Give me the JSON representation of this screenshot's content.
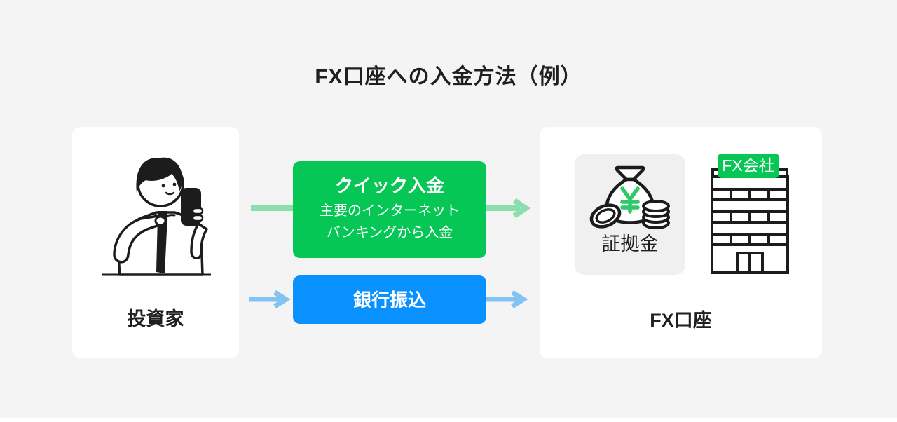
{
  "title": "FX口座への入金方法（例）",
  "investor": {
    "label": "投資家",
    "illustration": "investor-with-smartphone"
  },
  "methods": {
    "quick": {
      "title": "クイック入金",
      "desc_line1": "主要のインターネット",
      "desc_line2": "バンキングから入金",
      "color": "#06c755"
    },
    "bank": {
      "title": "銀行振込",
      "color": "#0991ff"
    }
  },
  "fx_account": {
    "label": "FX口座",
    "margin": {
      "label": "証拠金",
      "icon": "money-bag-with-yen-and-coins"
    },
    "company": {
      "tag": "FX会社",
      "icon": "office-building"
    }
  },
  "colors": {
    "background": "#f4f4f5",
    "card": "#ffffff",
    "ink": "#1f1f1f",
    "green": "#06c755",
    "green_arrow": "#8adfac",
    "blue": "#0991ff",
    "blue_arrow": "#82c3f2",
    "margin_tile": "#f0f0f1",
    "yen_symbol": "#2fc968"
  }
}
